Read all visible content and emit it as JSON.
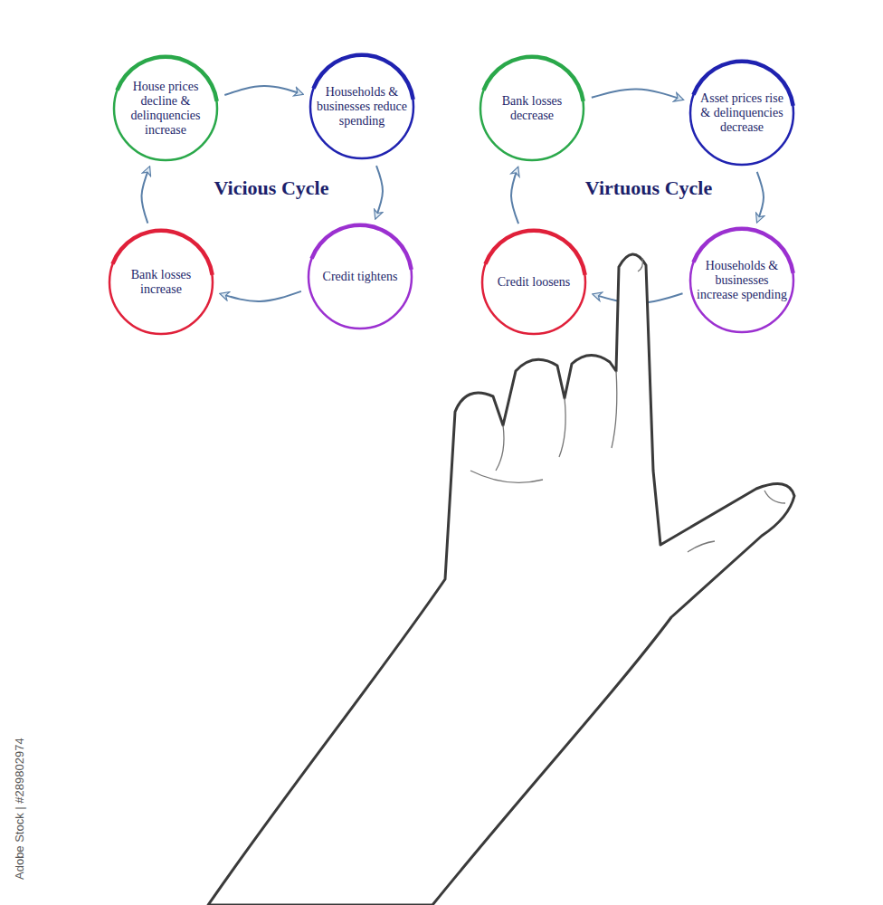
{
  "diagram": {
    "nodes": [
      {
        "text": [
          "House prices decline & delinquencies increase"
        ]
      },
      {
        "text": [
          "Households & businesses reduce spending"
        ]
      },
      {
        "text": [
          "Bank losses decrease"
        ]
      },
      {
        "text": [
          "Asset prices rise & delinquencies decrease"
        ]
      },
      {
        "text": [
          "Bank losses increase"
        ]
      },
      {
        "text": [
          "Credit tightens"
        ]
      },
      {
        "text": [
          "Credit loosens"
        ]
      },
      {
        "text": [
          "Households & businesses increase spending"
        ]
      }
    ],
    "edges": [
      {
        "from": 0,
        "to": 1,
        "arrow": "to"
      },
      {
        "from": 1,
        "to": 5,
        "arrow": "to"
      },
      {
        "from": 5,
        "to": 4,
        "arrow": "to"
      },
      {
        "from": 4,
        "to": 0,
        "arrow": "to"
      },
      {
        "from": 2,
        "to": 3,
        "arrow": "to"
      },
      {
        "from": 3,
        "to": 7,
        "arrow": "to"
      },
      {
        "from": 7,
        "to": 6,
        "arrow": "to"
      },
      {
        "from": 6,
        "to": 2,
        "arrow": "to"
      }
    ],
    "labels": [
      "Vicious Cycle",
      "Virtuous Cycle",
      "Adobe Stock | #289802974"
    ]
  }
}
